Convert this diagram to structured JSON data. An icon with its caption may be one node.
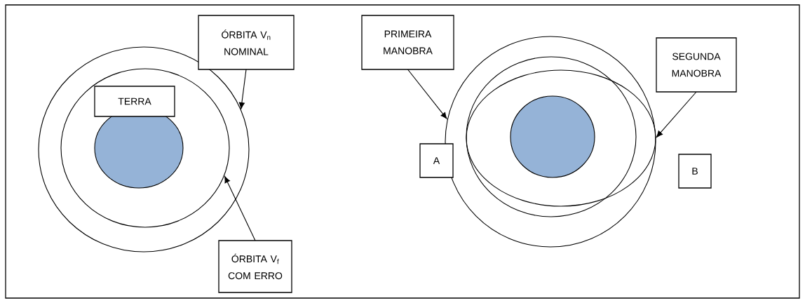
{
  "diagram": {
    "nodes": [
      {
        "text": [
          "ÓRBITA V$_{n}$ NOMINAL"
        ]
      },
      {
        "text": [
          "PRIMEIRA MANOBRA"
        ]
      },
      {
        "text": [
          "SEGUNDA MANOBRA"
        ]
      },
      {
        "text": [
          "TERRA"
        ],
        "in": 8
      },
      {
        "text": [
          "A"
        ]
      },
      {
        "text": [
          "B"
        ]
      },
      {
        "text": [
          "ÓRBITA V$_{f}$ COM ERRO"
        ]
      },
      {
        "text": [],
        "shape": "circle"
      },
      {
        "text": [],
        "shape": "circle",
        "in": 7
      },
      {
        "text": [],
        "shape": "circle"
      },
      {
        "text": [],
        "shape": "circle",
        "in": 9
      },
      {
        "text": [],
        "shape": "circle",
        "in": 9
      }
    ],
    "edges": [
      {
        "from": 0,
        "to": 7,
        "arrow": "to"
      },
      {
        "from": 6,
        "to": 8,
        "arrow": "to"
      },
      {
        "from": 1,
        "to": 9,
        "arrow": "to"
      },
      {
        "from": 2,
        "to": 11,
        "arrow": "to"
      }
    ]
  }
}
